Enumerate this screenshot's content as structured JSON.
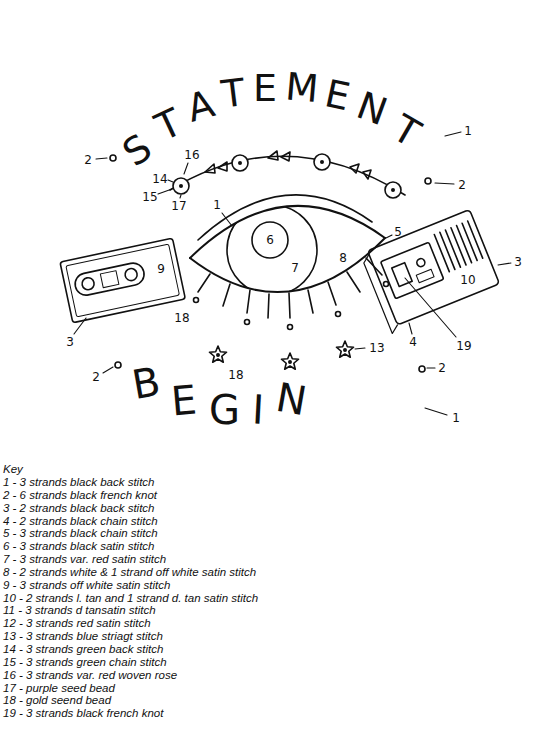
{
  "diagram": {
    "labels": [
      "STATEMENT",
      "1",
      "2",
      "2",
      "16",
      "14",
      "15",
      "17",
      "1",
      "6",
      "5",
      "9",
      "7",
      "8",
      "3",
      "3",
      "10",
      "19",
      "18",
      "4",
      "13",
      "18",
      "2",
      "2",
      "BEGIN",
      "1",
      "Key"
    ],
    "legend": [
      {
        "text": "1 - 3 strands black back stitch"
      },
      {
        "text": "2 - 6 strands black french knot"
      },
      {
        "text": "3 - 2 strands black back stitch"
      },
      {
        "text": "4 - 2 strands black chain stitch"
      },
      {
        "text": "5 - 3 strands black chain stitch"
      },
      {
        "text": "6 - 3 strands black satin stitch"
      },
      {
        "text": "7 - 3 strands var. red satin stitch"
      },
      {
        "text": "8 - 2 strands white & 1 strand off white satin stitch"
      },
      {
        "text": "9 - 3 strands off white satin stitch"
      },
      {
        "text": "10 - 2 strands l. tan and 1 strand d. tan satin stitch"
      },
      {
        "text": "11 - 3 strands d tansatin stitch"
      },
      {
        "text": "12 - 3 strands red satin stitch"
      },
      {
        "text": "13 - 3 strands blue striagt stitch"
      },
      {
        "text": "14 - 3 strands green back stitch"
      },
      {
        "text": "15 - 3 strands green chain stitch"
      },
      {
        "text": "16 - 3 strands var. red woven rose"
      },
      {
        "text": "17 - purple seed bead"
      },
      {
        "text": "18 - gold seend bead"
      },
      {
        "text": "19 - 3 strands black french knot"
      }
    ]
  }
}
